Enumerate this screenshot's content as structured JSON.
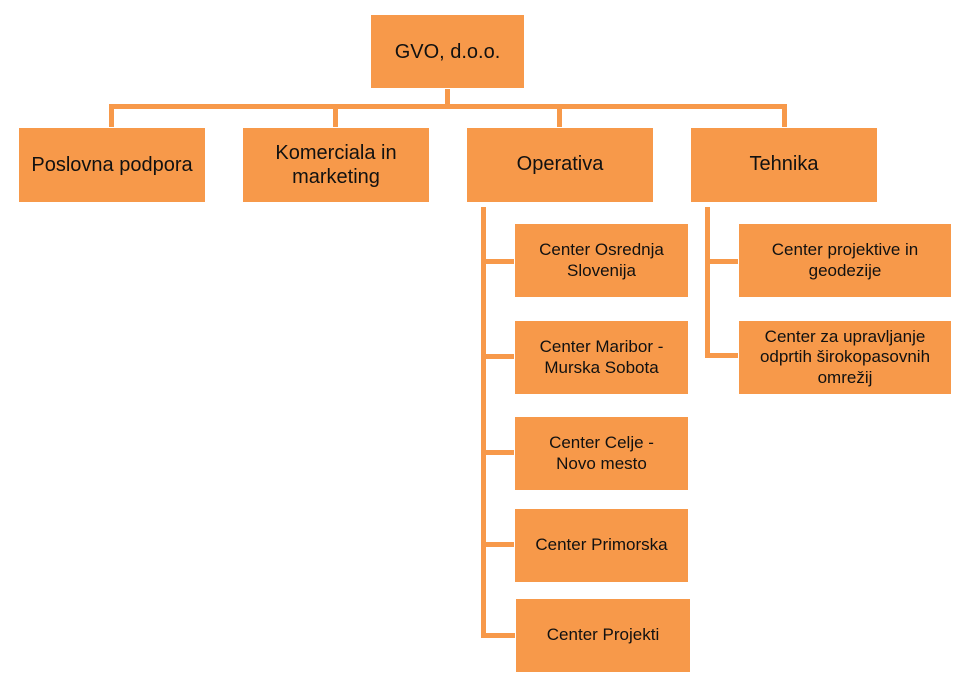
{
  "org_chart": {
    "root": {
      "label": "GVO, d.o.o."
    },
    "departments": [
      {
        "label": "Poslovna podpora"
      },
      {
        "label": "Komerciala in marketing"
      },
      {
        "label": "Operativa"
      },
      {
        "label": "Tehnika"
      }
    ],
    "operativa_units": [
      {
        "label": "Center Osrednja Slovenija"
      },
      {
        "label": "Center Maribor - Murska Sobota"
      },
      {
        "label": "Center Celje - Novo mesto"
      },
      {
        "label": "Center Primorska"
      },
      {
        "label": "Center Projekti"
      }
    ],
    "tehnika_units": [
      {
        "label": "Center projektive in geodezije"
      },
      {
        "label": "Center za upravljanje odprtih širokopasovnih omrežij"
      }
    ]
  },
  "colors": {
    "box_fill": "#f7994a",
    "connector": "#f7994a",
    "text": "#111111",
    "background": "#ffffff"
  }
}
